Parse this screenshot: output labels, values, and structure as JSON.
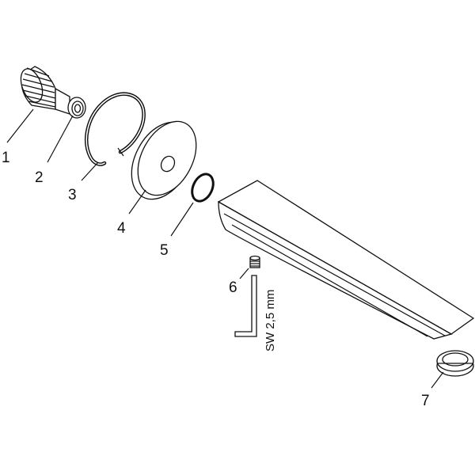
{
  "parts": [
    {
      "number": "1",
      "name": "threaded-adapter"
    },
    {
      "number": "2",
      "name": "connector-nipple"
    },
    {
      "number": "3",
      "name": "retaining-ring"
    },
    {
      "number": "4",
      "name": "cover-rosette"
    },
    {
      "number": "5",
      "name": "o-ring"
    },
    {
      "number": "6",
      "name": "set-screw"
    },
    {
      "number": "7",
      "name": "aerator"
    }
  ],
  "tool_label": "SW 2,5 mm"
}
